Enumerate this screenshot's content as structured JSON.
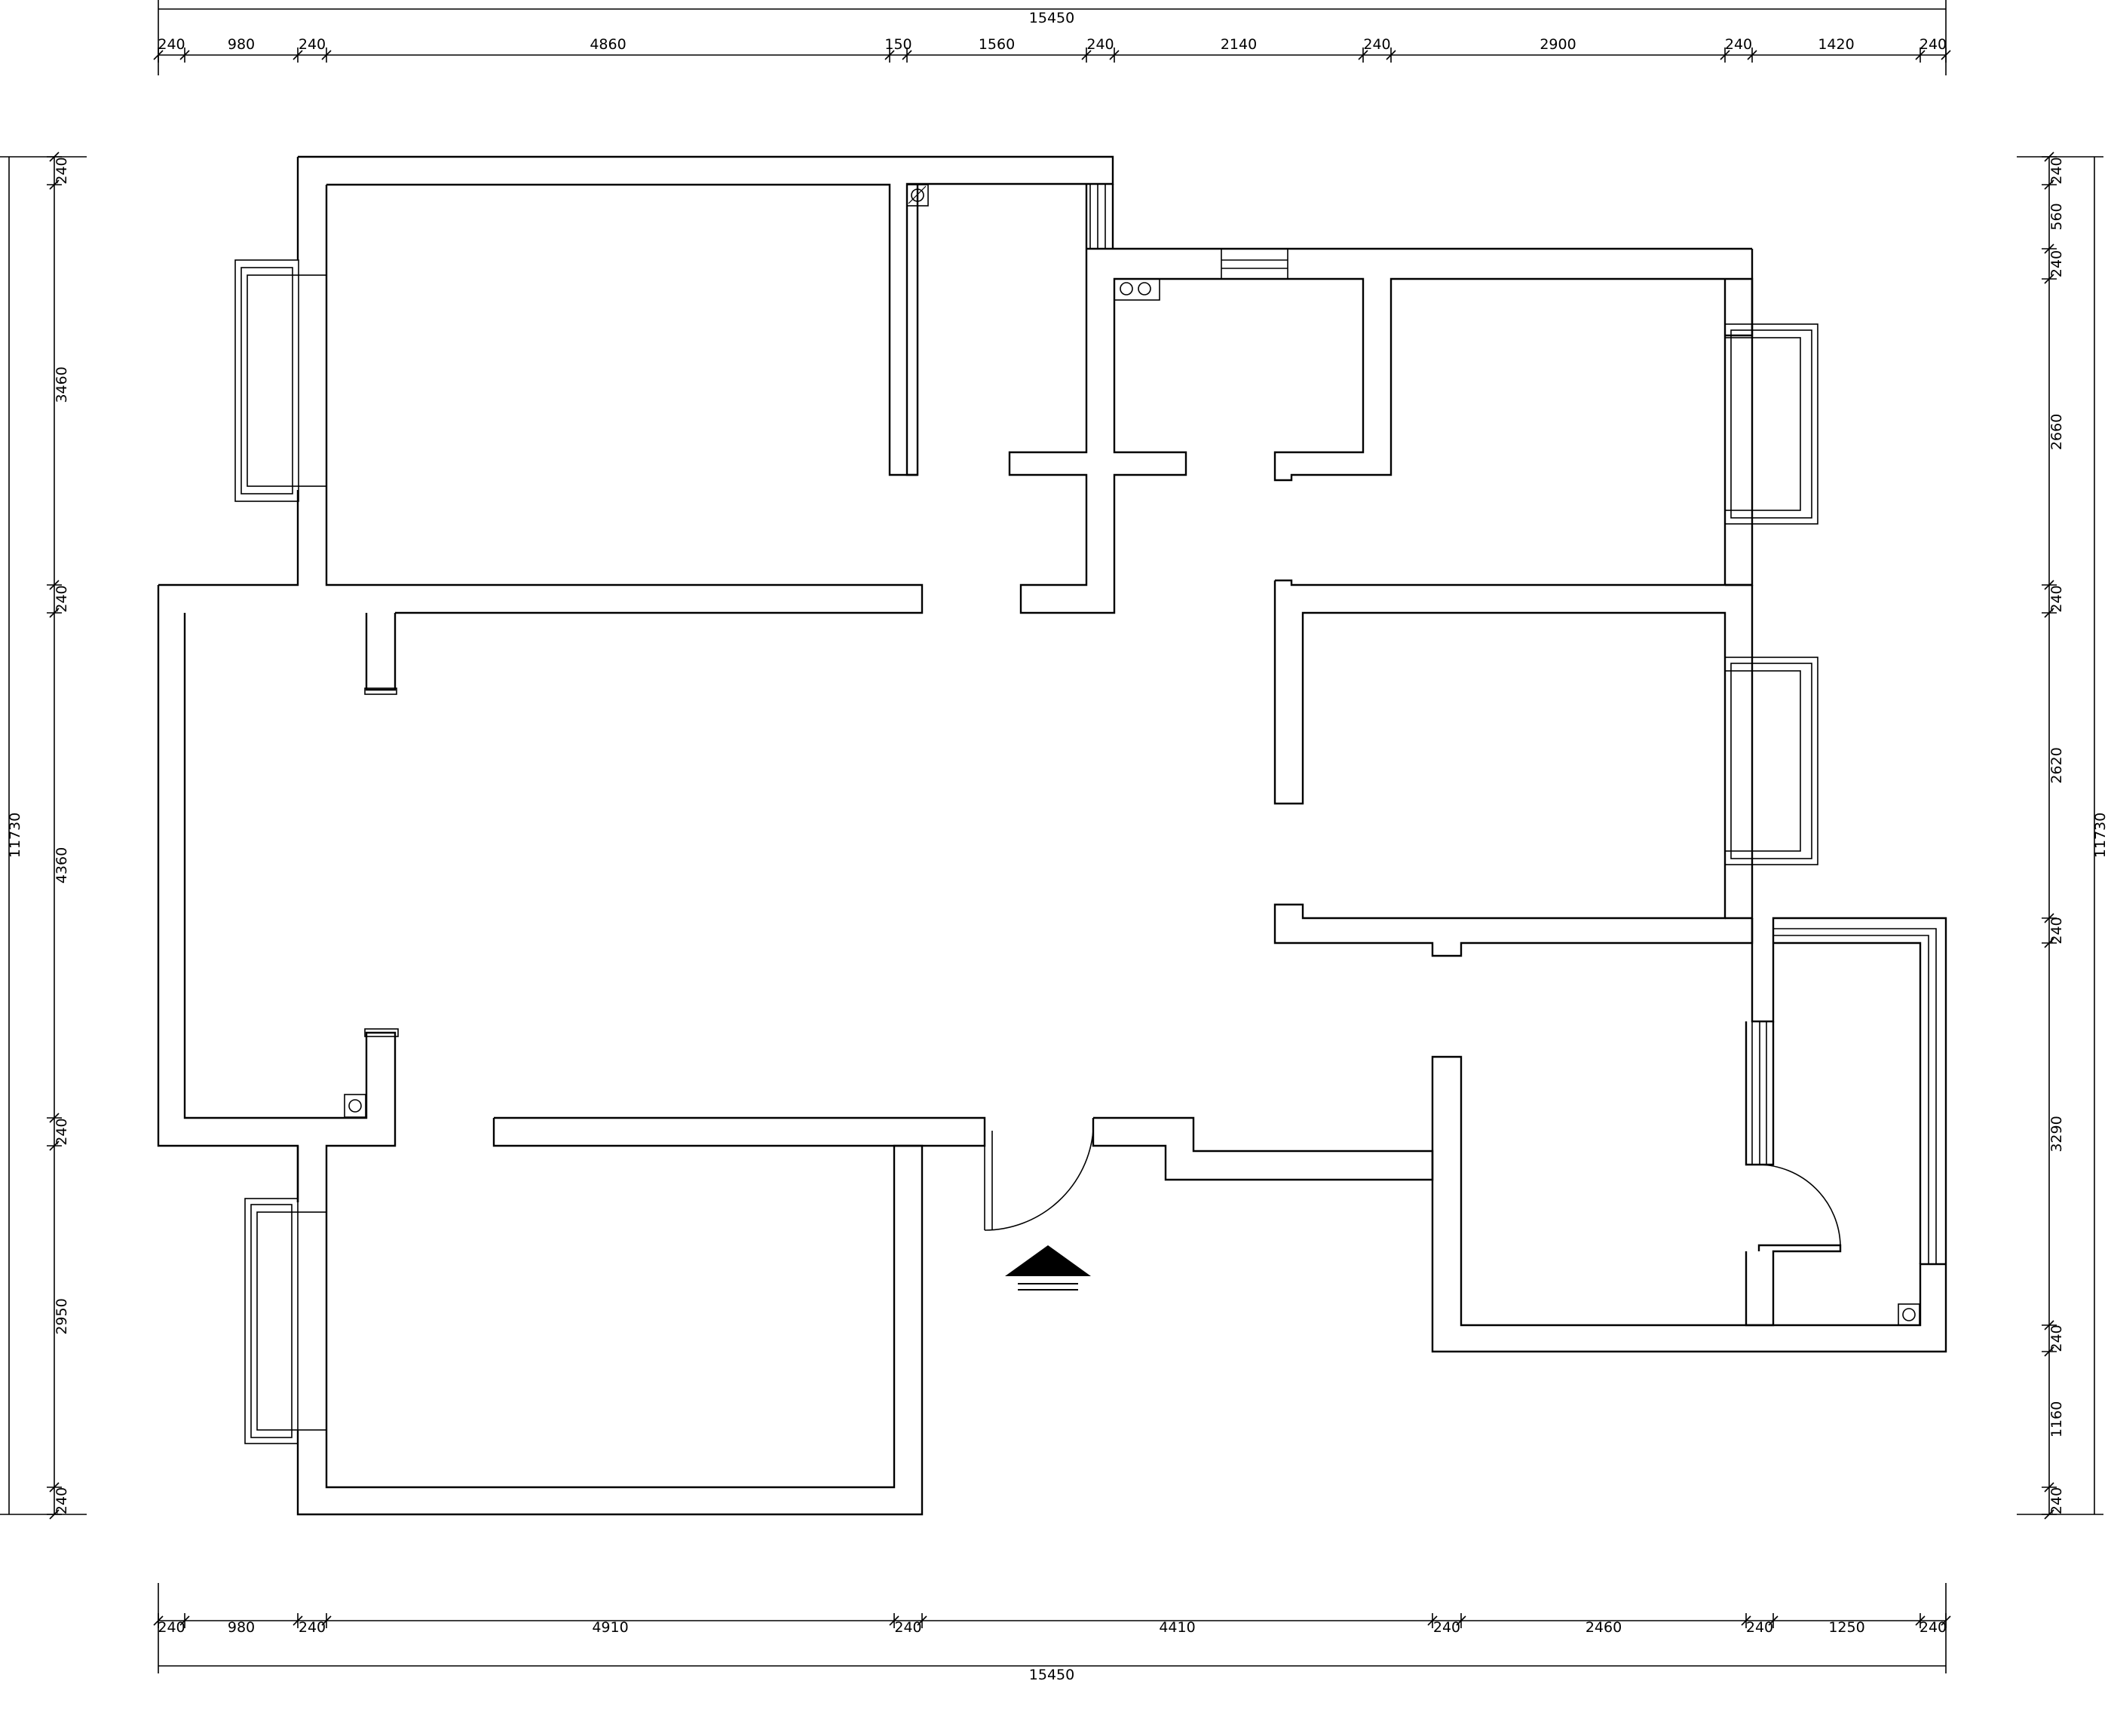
{
  "overall": {
    "width_label": "15450",
    "depth_label": "11730"
  },
  "top_dims": [
    "240",
    "980",
    "240",
    "4860",
    "150",
    "1560",
    "240",
    "2140",
    "240",
    "2900",
    "240",
    "1420",
    "240"
  ],
  "bottom_dims": [
    "240",
    "980",
    "240",
    "4910",
    "240",
    "4410",
    "240",
    "2460",
    "240",
    "1250",
    "240"
  ],
  "left_dims": [
    "240",
    "3460",
    "240",
    "4360",
    "240",
    "2950",
    "240"
  ],
  "right_dims": [
    "240",
    "560",
    "240",
    "2660",
    "240",
    "2620",
    "240",
    "3290",
    "240",
    "1160",
    "240"
  ],
  "symbols": {
    "entrance": "entrance-arrow-icon",
    "flue": "flue-vent-icon",
    "door_swing": "door-swing-arc-icon"
  },
  "colors": {
    "line": "#000000",
    "background": "#ffffff"
  }
}
